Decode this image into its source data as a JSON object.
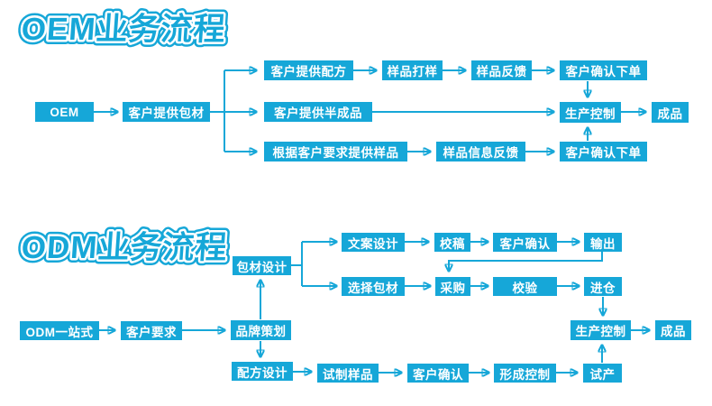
{
  "accent_color": "#16a7d8",
  "text_color": "#ffffff",
  "oem": {
    "title": "OEM业务流程",
    "nodes": {
      "start": "OEM",
      "packaging": "客户提供包材",
      "formula": "客户提供配方",
      "sample_making": "样品打样",
      "sample_feedback": "样品反馈",
      "confirm_order_top": "客户确认下单",
      "semi_finished": "客户提供半成品",
      "production_control": "生产控制",
      "finished": "成品",
      "sample_by_request": "根据客户要求提供样品",
      "sample_info_feedback": "样品信息反馈",
      "confirm_order_bottom": "客户确认下单"
    }
  },
  "odm": {
    "title": "ODM业务流程",
    "nodes": {
      "start": "ODM一站式",
      "customer_request": "客户要求",
      "brand_planning": "品牌策划",
      "packaging_design": "包材设计",
      "copy_design": "文案设计",
      "proofreading": "校稿",
      "customer_confirm_top": "客户确认",
      "output": "输出",
      "select_packaging": "选择包材",
      "purchase": "采购",
      "inspection": "校验",
      "warehouse": "进仓",
      "production_control": "生产控制",
      "finished": "成品",
      "formula_design": "配方设计",
      "trial_sample": "试制样品",
      "customer_confirm_bottom": "客户确认",
      "forming_control": "形成控制",
      "trial_production": "试产"
    }
  }
}
